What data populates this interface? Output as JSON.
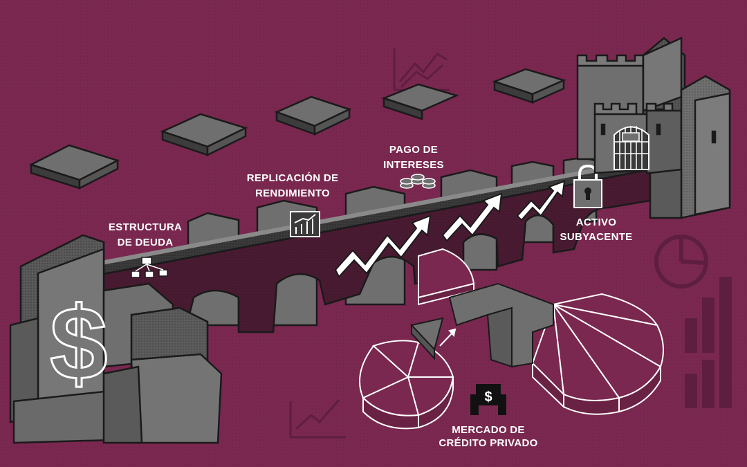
{
  "labels": {
    "debt_structure": [
      "ESTRUCTURA",
      "DE DEUDA"
    ],
    "yield_replication": [
      "REPLICACIÓN DE",
      "RENDIMIENTO"
    ],
    "interest_payment": [
      "PAGO DE",
      "INTERESES"
    ],
    "underlying_asset": [
      "ACTIVO",
      "SUBYACENTE"
    ],
    "private_credit_market": [
      "MERCADO DE",
      "CRÉDITO PRIVADO"
    ]
  },
  "icons": [
    "dollar-block-icon",
    "org-chart-icon",
    "bar-chart-icon",
    "coin-stack-icon",
    "padlock-icon",
    "castle-icon",
    "trend-arrow-icon",
    "pie-chart-icon",
    "building-dollar-icon"
  ],
  "colors": {
    "background": "#7a2850",
    "stone": "#6f6f6f",
    "stone_dark": "#454545",
    "outline": "#ffffff",
    "ink": "#1a1a1a"
  }
}
